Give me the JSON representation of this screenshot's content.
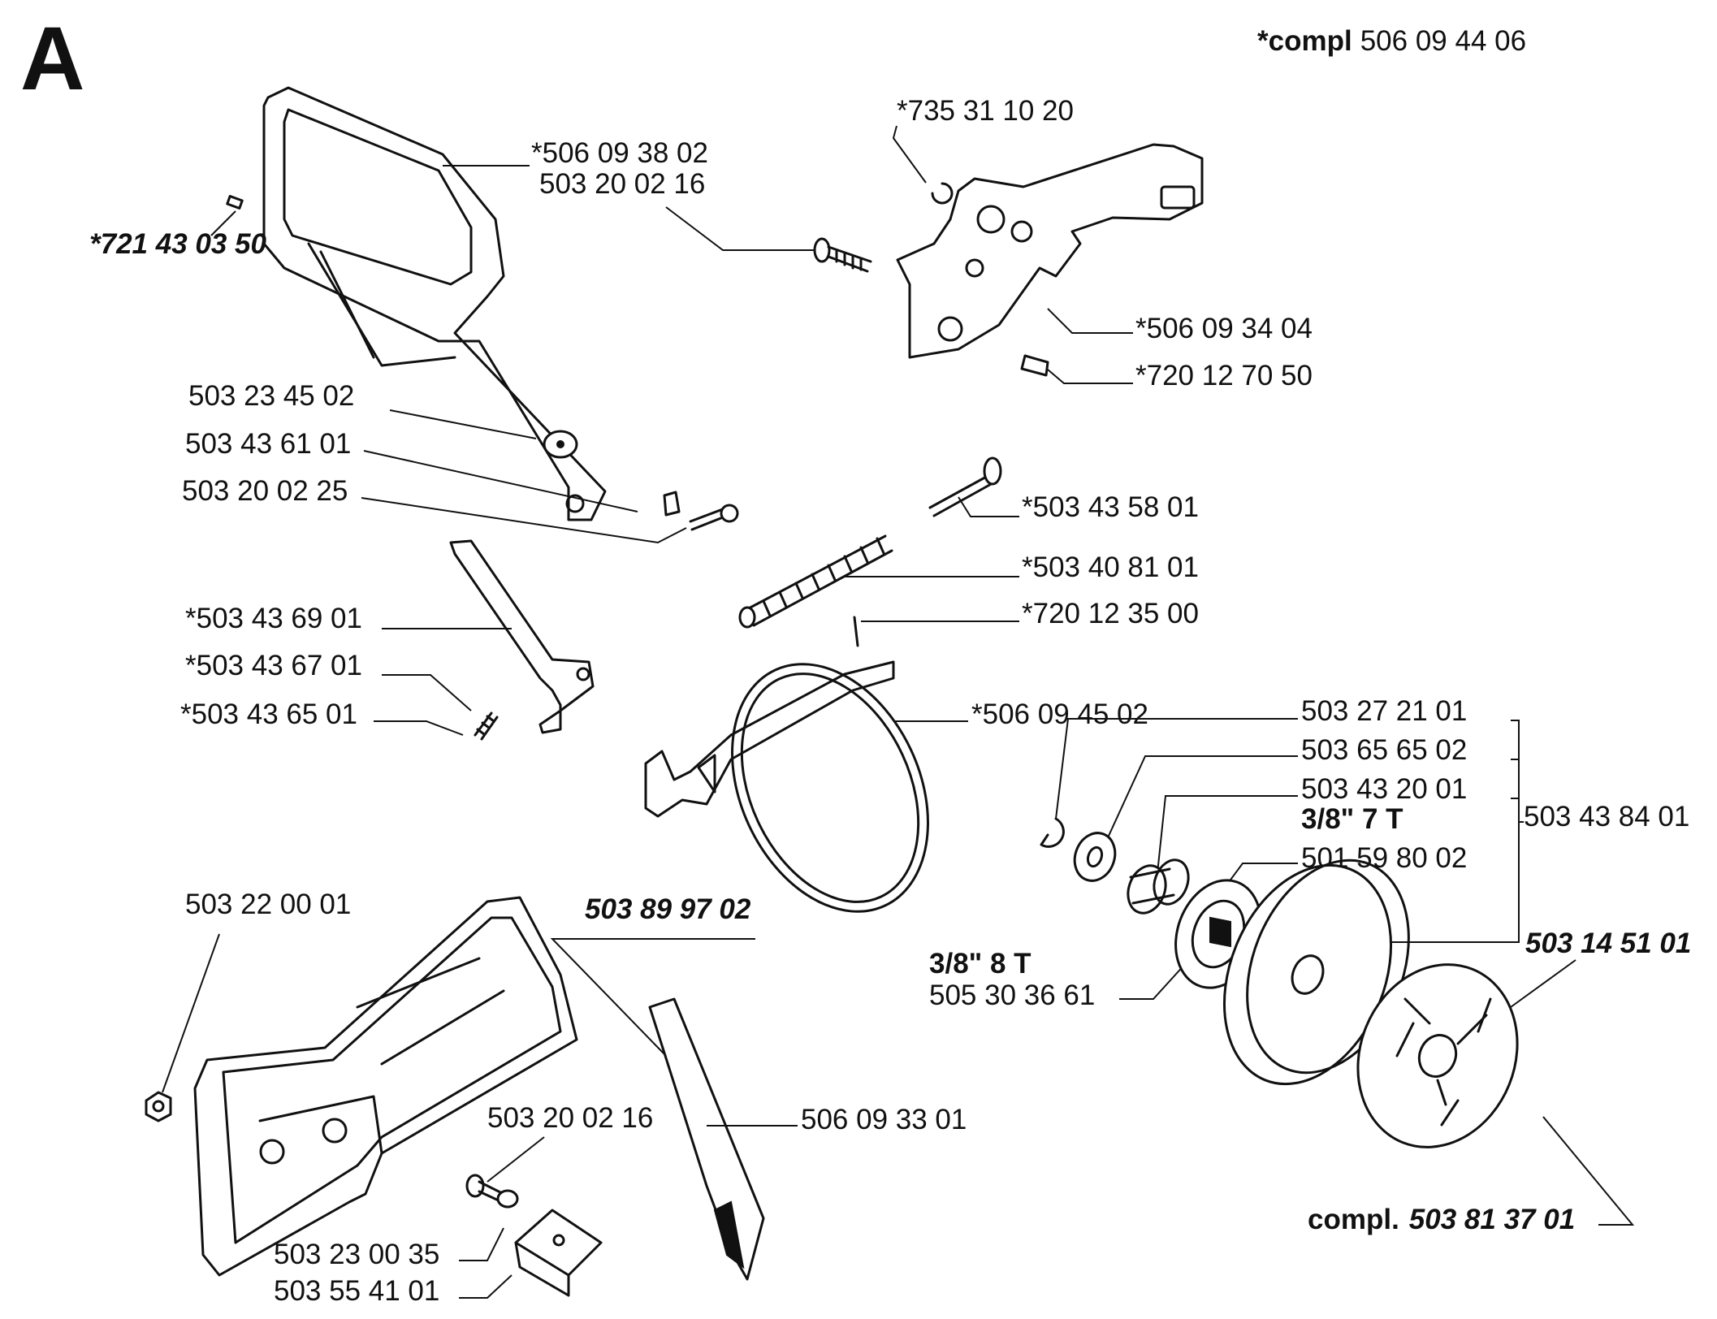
{
  "section_letter": "A",
  "compl_header": {
    "prefix": "*compl",
    "number": "506 09 44 06"
  },
  "labels": {
    "p721430350": "*721 43 03 50",
    "p506093802": "*506 09 38 02",
    "p503200216_top": "503 20 02 16",
    "p735311020": "*735 31 10 20",
    "p506093404": "*506 09 34 04",
    "p720127050": "*720 12 70 50",
    "p503234502": "503 23 45 02",
    "p503436101": "503 43 61 01",
    "p503200225": "503 20 02 25",
    "p503435801": "*503 43 58 01",
    "p503408101": "*503 40 81 01",
    "p720123500": "*720 12 35 00",
    "p503436901": "*503 43  69 01",
    "p503436701": "*503 43 67 01",
    "p503436501": "*503 43 65 01",
    "p506094502": "*506 09 45 02",
    "p503272101": "503 27 21 01",
    "p503656502": "503 65 65 02",
    "p503432001": "503 43 20 01",
    "p38_7t": "3/8\" 7 T",
    "p501598002": "501 59 80 02",
    "p503438401": "503 43 84 01",
    "p503220001": "503 22 00 01",
    "p503899702": "503 89 97 02",
    "p38_8t": "3/8\" 8 T",
    "p505303661": "505 30 36 61",
    "p503145101": "503 14 51 01",
    "p503200216_bottom": "503 20 02 16",
    "p506093301": "506 09 33 01",
    "p503230035": "503 23 00 35",
    "p503554101": "503 55 41 01",
    "compl_prefix": "compl.",
    "p503813701": "503 81 37 01"
  }
}
